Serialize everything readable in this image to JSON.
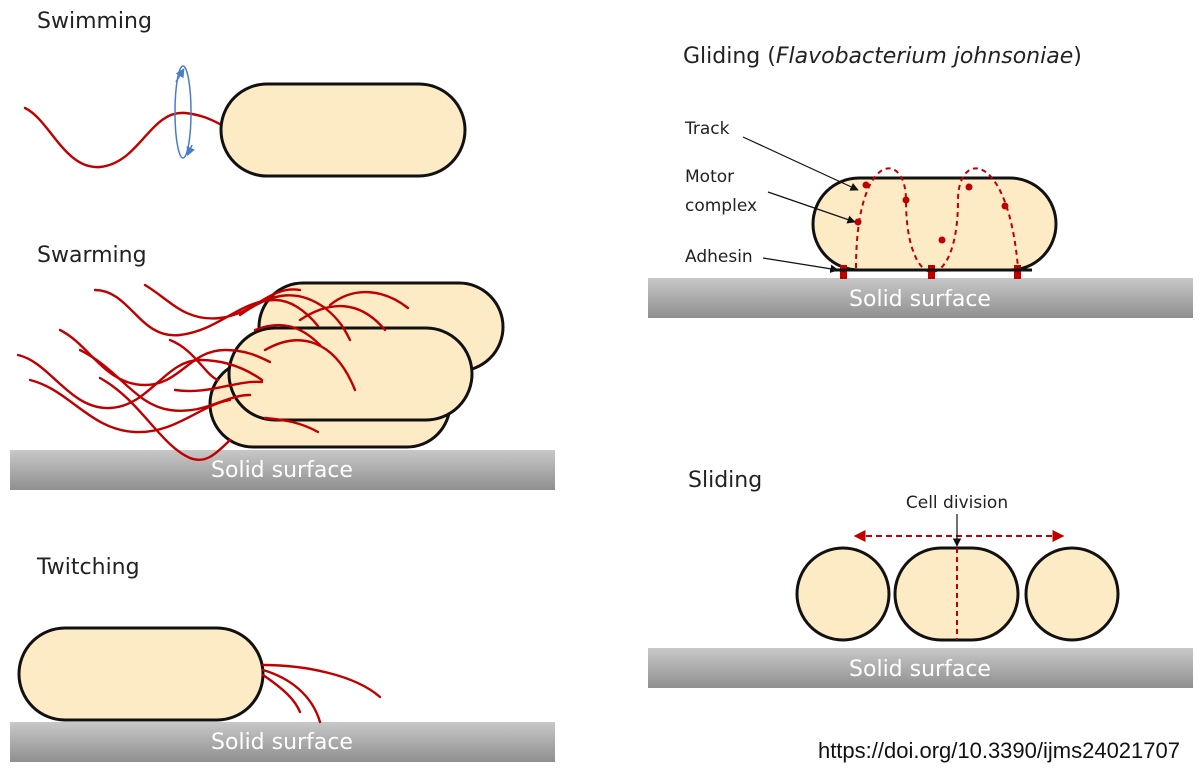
{
  "panels": {
    "swimming": {
      "title": "Swimming"
    },
    "swarming": {
      "title": "Swarming",
      "surface": "Solid surface"
    },
    "twitching": {
      "title": "Twitching",
      "surface": "Solid surface"
    },
    "gliding": {
      "title_prefix": "Gliding (",
      "title_species": "Flavobacterium johnsoniae",
      "title_suffix": ")",
      "labels": {
        "track": "Track",
        "motor_line1": "Motor",
        "motor_line2": "complex",
        "adhesin": "Adhesin"
      },
      "surface": "Solid surface"
    },
    "sliding": {
      "title": "Sliding",
      "cell_division": "Cell division",
      "surface": "Solid surface"
    }
  },
  "doi": "https://doi.org/10.3390/ijms24021707",
  "colors": {
    "cell_fill": "#fdebc6",
    "cell_outline": "#111111",
    "flagella": "#c00000",
    "surface": "#a6a6a6",
    "rotation_arrow": "#4a7cc9"
  }
}
